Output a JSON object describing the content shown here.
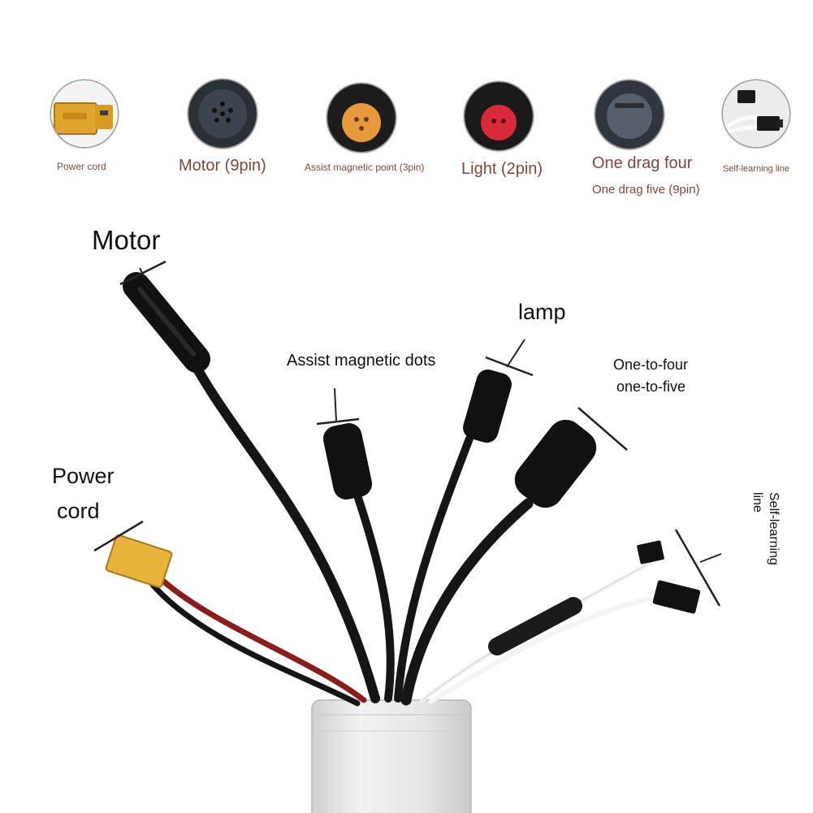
{
  "thumbnails": [
    {
      "caption": "Power cord",
      "icon": "xt60-connector-icon"
    },
    {
      "caption": "Motor (9pin)",
      "icon": "motor-connector-icon"
    },
    {
      "caption": "Assist magnetic point (3pin)",
      "icon": "assist-connector-icon"
    },
    {
      "caption": "Light (2pin)",
      "icon": "light-connector-icon"
    },
    {
      "caption": "One drag four",
      "caption2": "One drag five (9pin)",
      "icon": "display-connector-icon"
    },
    {
      "caption": "Self-learning line",
      "icon": "self-learning-connector-icon"
    }
  ],
  "labels": {
    "motor": "Motor",
    "power_line1": "Power",
    "power_line2": "cord",
    "assist": "Assist magnetic dots",
    "lamp": "lamp",
    "one_four": "One-to-four",
    "one_five": "one-to-five",
    "self_learning_line1": "Self-learning",
    "self_learning_line2": "line"
  },
  "colors": {
    "caption_text": "#7a4a3e",
    "cable_black": "#1a1a1a",
    "cable_red": "#8b1d1d",
    "xt60_yellow": "#e8b33a",
    "controller_silver": "#e6e6e6"
  }
}
